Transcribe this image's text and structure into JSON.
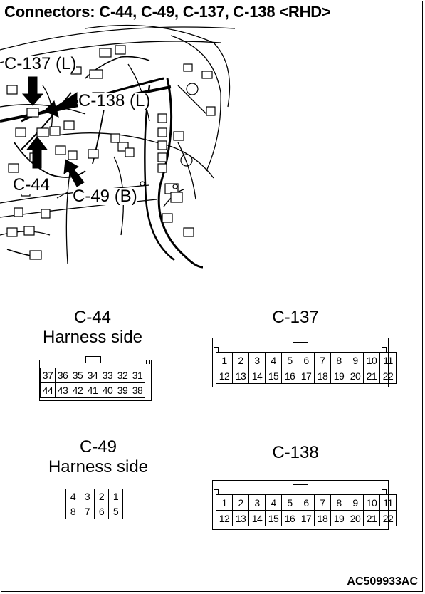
{
  "title": "Connectors: C-44, C-49, C-137, C-138 <RHD>",
  "callouts": {
    "c137": "C-137 (L)",
    "c138": "C-138 (L)",
    "c44": "C-44",
    "c49": "C-49 (B)"
  },
  "connectors": {
    "c44": {
      "name": "C-44",
      "side": "Harness side",
      "rows": [
        [
          "37",
          "36",
          "35",
          "34",
          "33",
          "32",
          "31"
        ],
        [
          "44",
          "43",
          "42",
          "41",
          "40",
          "39",
          "38"
        ]
      ]
    },
    "c49": {
      "name": "C-49",
      "side": "Harness side",
      "rows": [
        [
          "4",
          "3",
          "2",
          "1"
        ],
        [
          "8",
          "7",
          "6",
          "5"
        ]
      ]
    },
    "c137": {
      "name": "C-137",
      "rows": [
        [
          "1",
          "2",
          "3",
          "4",
          "5",
          "6",
          "7",
          "8",
          "9",
          "10",
          "11"
        ],
        [
          "12",
          "13",
          "14",
          "15",
          "16",
          "17",
          "18",
          "19",
          "20",
          "21",
          "22"
        ]
      ]
    },
    "c138": {
      "name": "C-138",
      "rows": [
        [
          "1",
          "2",
          "3",
          "4",
          "5",
          "6",
          "7",
          "8",
          "9",
          "10",
          "11"
        ],
        [
          "12",
          "13",
          "14",
          "15",
          "16",
          "17",
          "18",
          "19",
          "20",
          "21",
          "22"
        ]
      ]
    }
  },
  "figure_code": "AC509933AC"
}
